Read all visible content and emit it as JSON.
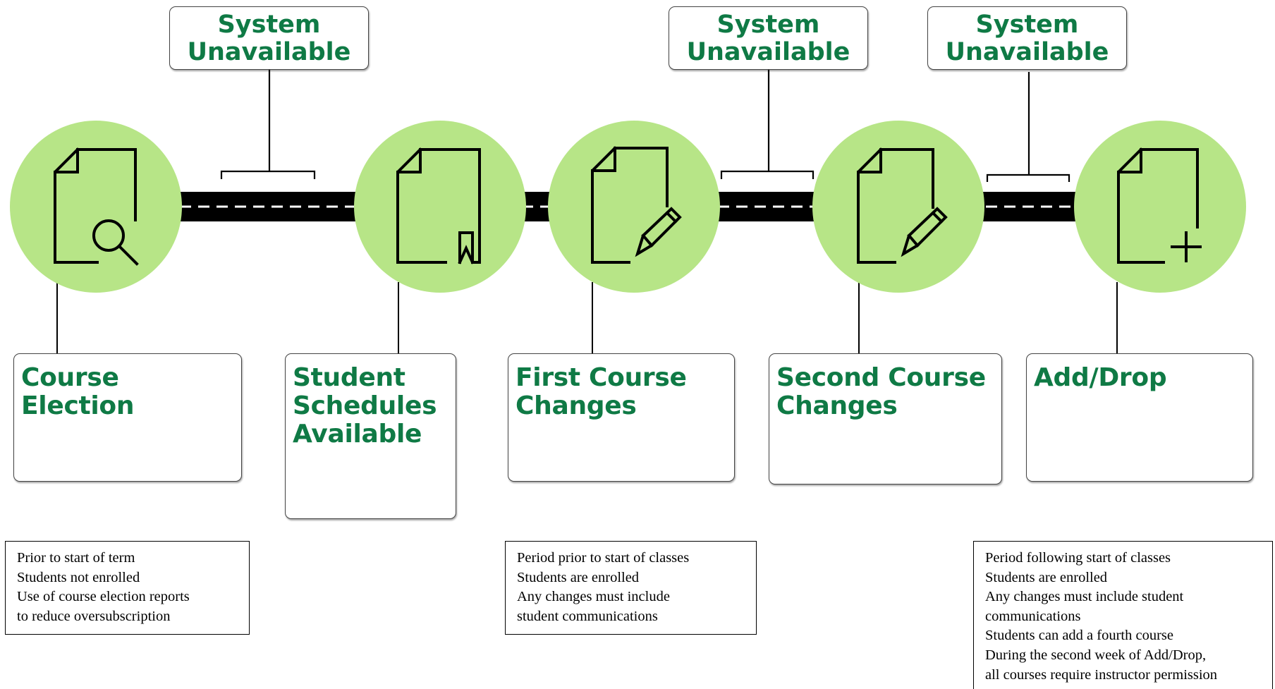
{
  "colors": {
    "circle_fill": "#b7e587",
    "title_green": "#0f7a45",
    "road": "#000000",
    "road_dash": "#ffffff"
  },
  "system_unavailable": [
    {
      "lines": [
        "System",
        "Unavailable"
      ]
    },
    {
      "lines": [
        "System",
        "Unavailable"
      ]
    },
    {
      "lines": [
        "System",
        "Unavailable"
      ]
    }
  ],
  "stages": [
    {
      "icon": "document-search-icon",
      "title_lines": [
        "Course",
        "Election"
      ]
    },
    {
      "icon": "document-bookmark-icon",
      "title_lines": [
        "Student",
        "Schedules",
        "Available"
      ]
    },
    {
      "icon": "document-edit-icon",
      "title_lines": [
        "First Course",
        "Changes"
      ]
    },
    {
      "icon": "document-edit-icon",
      "title_lines": [
        "Second Course",
        "Changes"
      ]
    },
    {
      "icon": "document-add-icon",
      "title_lines": [
        "Add/Drop"
      ]
    }
  ],
  "notes": [
    {
      "lines": [
        "Prior to start of term",
        "Students not enrolled",
        "Use of course election reports",
        "to reduce oversubscription"
      ]
    },
    {
      "lines": [
        "Period prior to start of classes",
        "Students are enrolled",
        "Any changes must include",
        "student communications"
      ]
    },
    {
      "lines": [
        "Period following start of classes",
        "Students are enrolled",
        "Any changes must include student",
        "communications",
        "Students can add a fourth course",
        "During the second week of Add/Drop,",
        "all courses require instructor permission"
      ]
    }
  ]
}
